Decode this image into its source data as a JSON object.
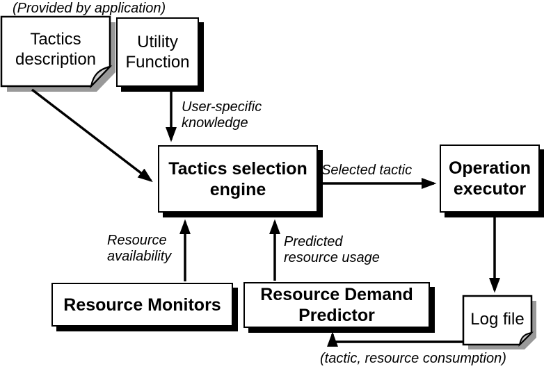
{
  "diagram": {
    "title_hint": "tactics selection architecture diagram",
    "colors": {
      "ink": "#000000",
      "paper": "#ffffff",
      "box_shadow": "#000000",
      "note_shadow": "#999999",
      "note_fold": "#cccccc"
    },
    "nodes": {
      "tactics_description": {
        "label": "Tactics\ndescription",
        "shape": "note",
        "bold": false
      },
      "utility_function": {
        "label": "Utility\nFunction",
        "shape": "box",
        "bold": false
      },
      "tactics_selection_engine": {
        "label": "Tactics selection\nengine",
        "shape": "box",
        "bold": true
      },
      "operation_executor": {
        "label": "Operation\nexecutor",
        "shape": "box",
        "bold": true
      },
      "resource_monitors": {
        "label": "Resource Monitors",
        "shape": "box",
        "bold": true
      },
      "resource_demand_predictor": {
        "label": "Resource Demand\nPredictor",
        "shape": "box",
        "bold": true
      },
      "log_file": {
        "label": "Log file",
        "shape": "note",
        "bold": false
      }
    },
    "annotations": {
      "provided_by_application": "(Provided by application)",
      "user_specific_knowledge": "User-specific\nknowledge",
      "selected_tactic": "Selected tactic",
      "resource_availability": "Resource\navailability",
      "predicted_resource_usage": "Predicted\nresource usage",
      "tactic_resource_consumption": "(tactic, resource consumption)"
    },
    "edges": [
      {
        "from": "tactics_description",
        "to": "tactics_selection_engine",
        "label": ""
      },
      {
        "from": "utility_function",
        "to": "tactics_selection_engine",
        "label": "User-specific knowledge"
      },
      {
        "from": "tactics_selection_engine",
        "to": "operation_executor",
        "label": "Selected tactic"
      },
      {
        "from": "operation_executor",
        "to": "log_file",
        "label": ""
      },
      {
        "from": "resource_monitors",
        "to": "tactics_selection_engine",
        "label": "Resource availability"
      },
      {
        "from": "resource_demand_predictor",
        "to": "tactics_selection_engine",
        "label": "Predicted resource usage"
      },
      {
        "from": "log_file",
        "to": "resource_demand_predictor",
        "label": "(tactic, resource consumption)"
      }
    ]
  }
}
